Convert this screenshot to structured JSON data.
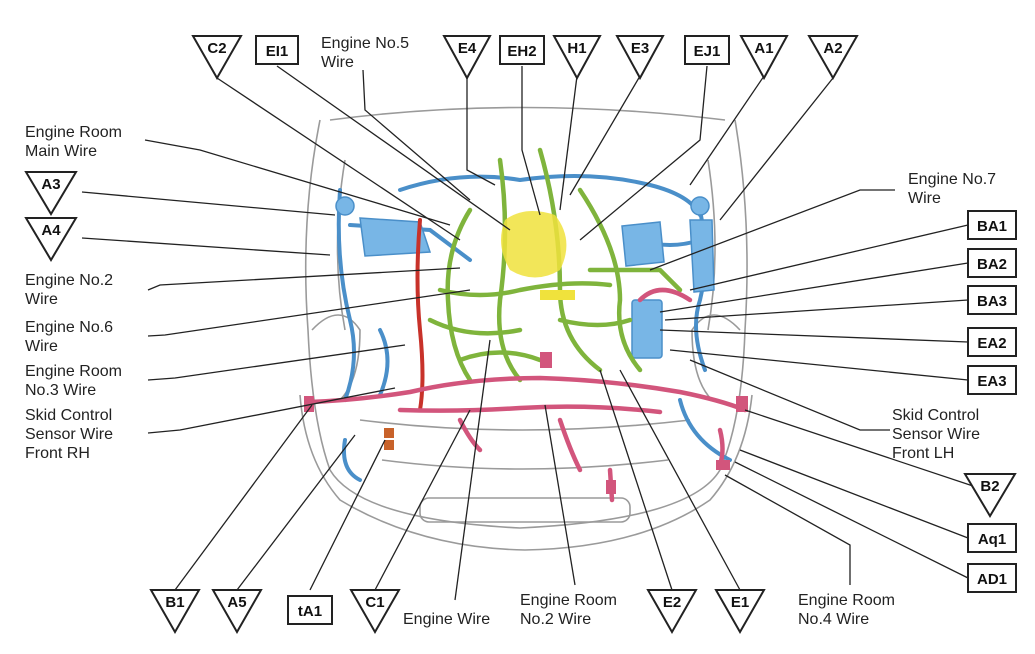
{
  "colors": {
    "blue_wire": "#4a8fc9",
    "blue_fill": "#78b6e6",
    "green_wire": "#7fb43c",
    "pink_wire": "#d2557c",
    "red_wire": "#c8322a",
    "yellow_wire": "#f0e23c",
    "outline": "#9a9a9a",
    "leader": "#222222"
  },
  "connectors": {
    "C2": "C2",
    "EI1": "EI1",
    "E4": "E4",
    "EH2": "EH2",
    "H1": "H1",
    "E3": "E3",
    "EJ1": "EJ1",
    "A1": "A1",
    "A2": "A2",
    "A3": "A3",
    "A4": "A4",
    "BA1": "BA1",
    "BA2": "BA2",
    "BA3": "BA3",
    "EA2": "EA2",
    "EA3": "EA3",
    "B2": "B2",
    "Aq1": "Aq1",
    "AD1": "AD1",
    "B1": "B1",
    "A5": "A5",
    "tA1": "tA1",
    "C1": "C1",
    "E2": "E2",
    "E1": "E1"
  },
  "wires": {
    "engine_no5": [
      "Engine No.5",
      "Wire"
    ],
    "engine_room_main": [
      "Engine Room",
      "Main Wire"
    ],
    "engine_no7": [
      "Engine No.7",
      "Wire"
    ],
    "engine_no2": [
      "Engine No.2",
      "Wire"
    ],
    "engine_no6": [
      "Engine No.6",
      "Wire"
    ],
    "engine_room_no3": [
      "Engine Room",
      "No.3 Wire"
    ],
    "skid_rh": [
      "Skid Control",
      "Sensor Wire",
      "Front RH"
    ],
    "skid_lh": [
      "Skid Control",
      "Sensor Wire",
      "Front LH"
    ],
    "engine_wire": [
      "Engine Wire"
    ],
    "engine_room_no2": [
      "Engine Room",
      "No.2 Wire"
    ],
    "engine_room_no4": [
      "Engine Room",
      "No.4 Wire"
    ]
  }
}
